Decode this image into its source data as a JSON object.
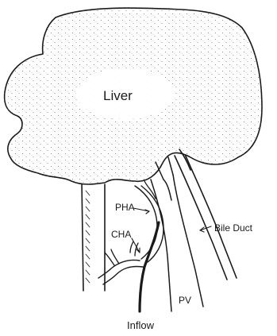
{
  "labels": {
    "liver": "Liver",
    "pha": "PHA",
    "cha": "CHA",
    "bile_duct": "Bile Duct",
    "pv": "PV",
    "inflow": "Inflow"
  },
  "colors": {
    "ink": "#1a1a1a",
    "paper": "#ffffff",
    "stipple": "#6b6b6b"
  }
}
